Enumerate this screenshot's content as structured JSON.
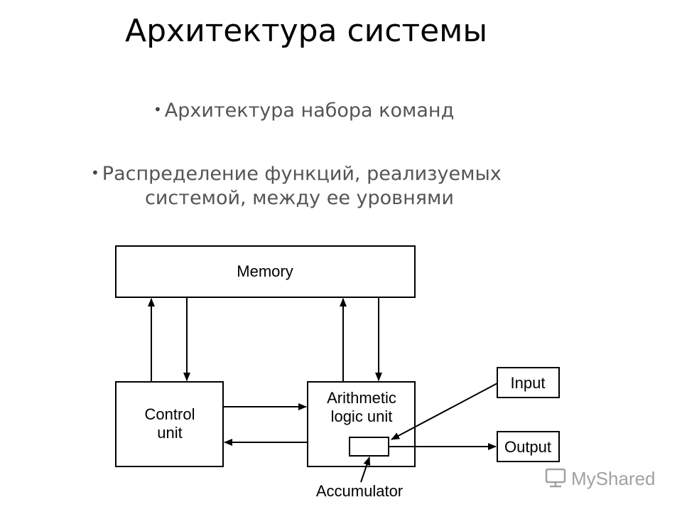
{
  "slide": {
    "title": "Архитектура системы",
    "bullets": [
      "Архитектура набора команд",
      "Распределение функций, реализуемых",
      "системой, между ее уровнями"
    ]
  },
  "diagram": {
    "nodes": {
      "memory": "Memory",
      "control_line1": "Control",
      "control_line2": "unit",
      "alu_line1": "Arithmetic",
      "alu_line2": "logic unit",
      "input": "Input",
      "output": "Output",
      "accumulator": "Accumulator"
    }
  },
  "watermark": {
    "text": "MyShared",
    "icon": "mouse-icon"
  }
}
